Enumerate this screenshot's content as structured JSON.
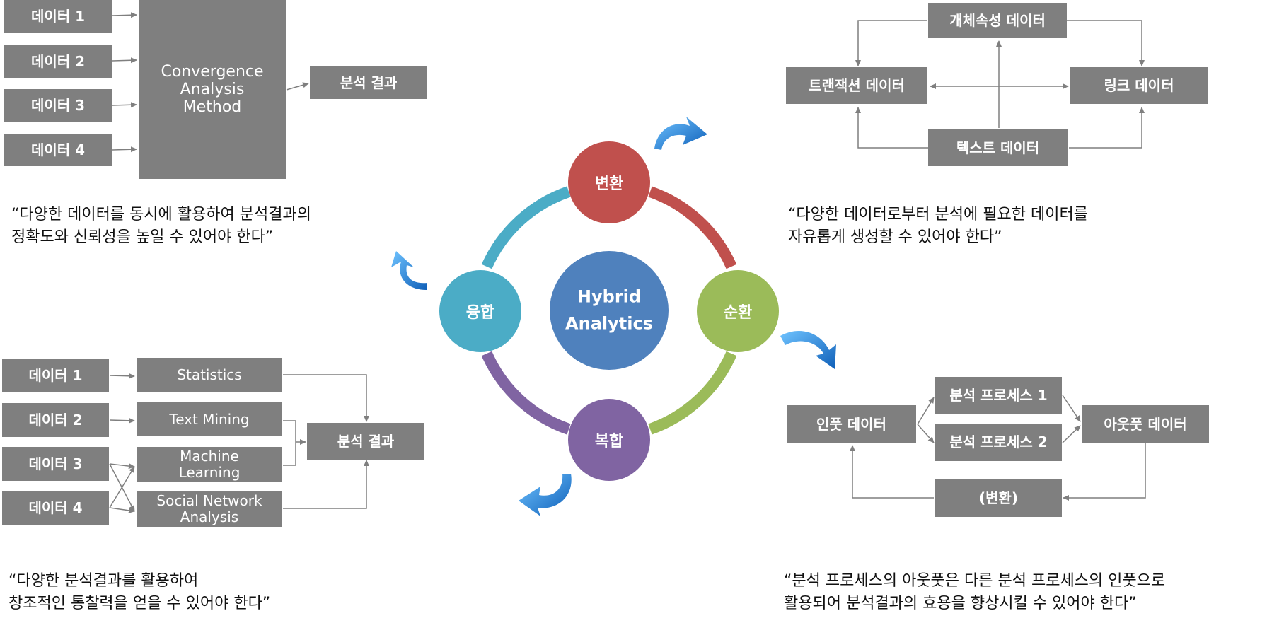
{
  "colors": {
    "box_gray": "#7f7f7f",
    "conversion": "#c0504d",
    "circulation": "#9bbb59",
    "complex": "#8064a2",
    "convergence": "#4bacc6",
    "center": "#4f81bd",
    "arrow_blue": "#1f77d0"
  },
  "center": {
    "line1": "Hybrid",
    "line2": "Analytics"
  },
  "nodes": {
    "top": "변환",
    "right": "순환",
    "bottom": "복합",
    "left": "융합"
  },
  "q1": {
    "data": [
      "데이터 1",
      "데이터 2",
      "데이터 3",
      "데이터 4"
    ],
    "method": [
      "Convergence",
      "Analysis",
      "Method"
    ],
    "result": "분석 결과",
    "quote": [
      "“다양한 데이터를 동시에 활용하여 분석결과의",
      " 정확도와 신뢰성을 높일 수 있어야 한다”"
    ]
  },
  "q2": {
    "entity": "개체속성 데이터",
    "transaction": "트랜잭션 데이터",
    "link": "링크 데이터",
    "text": "텍스트 데이터",
    "quote": [
      "“다양한 데이터로부터 분석에 필요한 데이터를",
      "자유롭게 생성할 수 있어야 한다”"
    ]
  },
  "q3": {
    "data": [
      "데이터 1",
      "데이터 2",
      "데이터 3",
      "데이터 4"
    ],
    "methods": [
      "Statistics",
      "Text Mining",
      "Machine Learning",
      "Social Network Analysis"
    ],
    "result": "분석 결과",
    "quote": [
      "“다양한 분석결과를 활용하여",
      "창조적인 통찰력을 얻을 수 있어야 한다”"
    ]
  },
  "q4": {
    "input": "인풋 데이터",
    "process1": "분석 프로세스 1",
    "process2": "분석 프로세스 2",
    "output": "아웃풋 데이터",
    "transform": "(변환)",
    "quote": [
      "“분석 프로세스의 아웃풋은 다른 분석 프로세스의 인풋으로",
      " 활용되어 분석결과의 효용을 향상시킬 수 있어야 한다”"
    ]
  }
}
